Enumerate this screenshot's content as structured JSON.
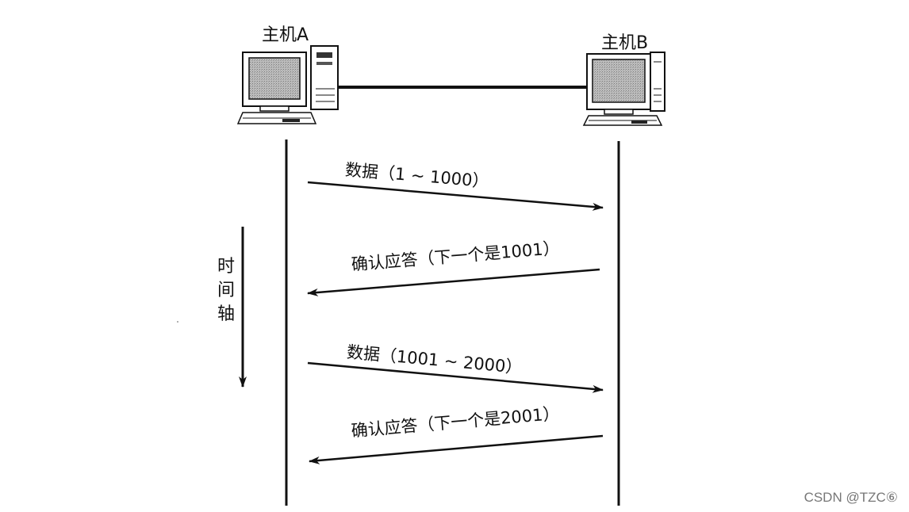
{
  "hosts": {
    "a_label": "主机A",
    "b_label": "主机B"
  },
  "time_axis": {
    "chars": [
      "时",
      "间",
      "轴"
    ]
  },
  "messages": [
    {
      "text": "数据（1 ~ 1000）",
      "direction": "A-to-B"
    },
    {
      "text": "确认应答（下一个是1001）",
      "direction": "B-to-A"
    },
    {
      "text": "数据（1001 ~ 2000）",
      "direction": "A-to-B"
    },
    {
      "text": "确认应答（下一个是2001）",
      "direction": "B-to-A"
    }
  ],
  "watermark": "CSDN @TZC⑥",
  "icons": {
    "host_a": "computer-icon",
    "host_b": "computer-icon"
  }
}
